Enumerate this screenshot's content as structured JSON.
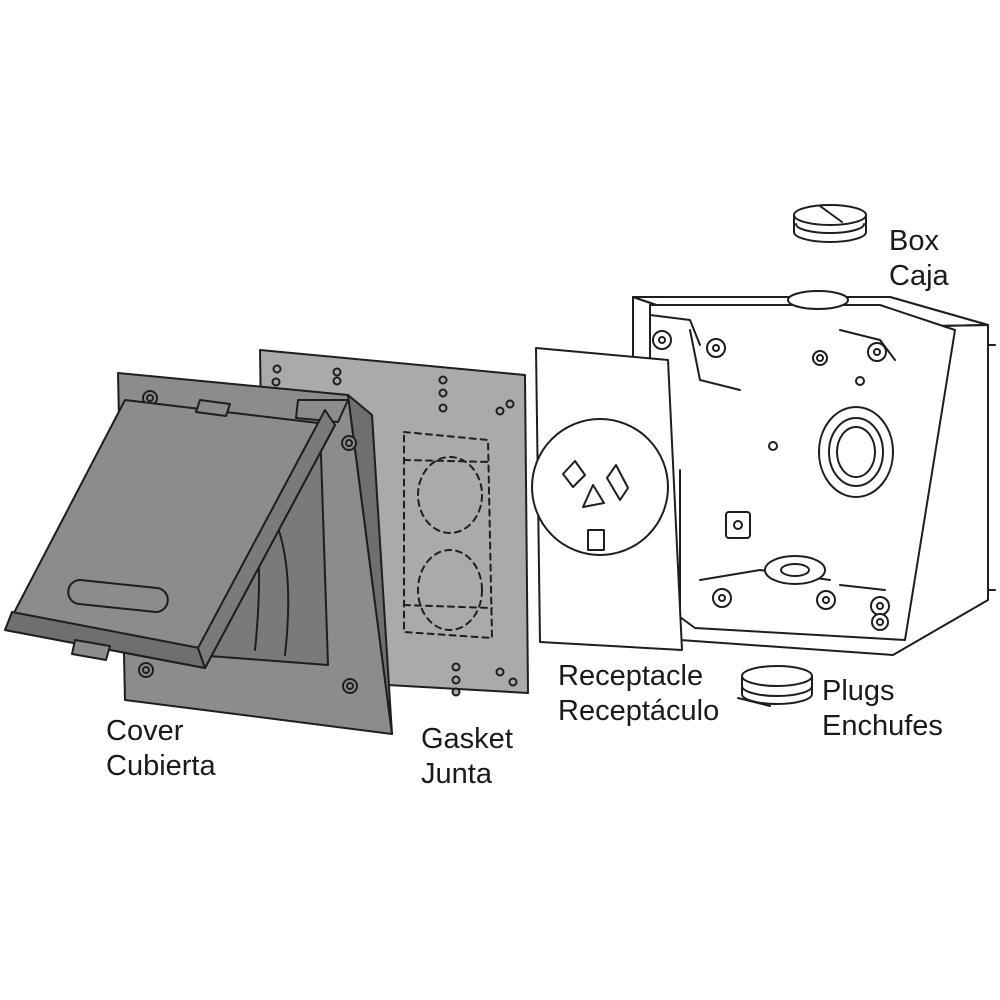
{
  "labels": {
    "cover": {
      "en": "Cover",
      "es": "Cubierta"
    },
    "gasket": {
      "en": "Gasket",
      "es": "Junta"
    },
    "receptacle": {
      "en": "Receptacle",
      "es": "Receptáculo"
    },
    "plugs": {
      "en": "Plugs",
      "es": "Enchufes"
    },
    "box": {
      "en": "Box",
      "es": "Caja"
    }
  },
  "colors": {
    "cover_fill": "#8c8c8c",
    "cover_dark": "#6f6f6f",
    "gasket_fill": "#aaaaaa",
    "line": "#1e1e1e",
    "paper": "#ffffff"
  }
}
